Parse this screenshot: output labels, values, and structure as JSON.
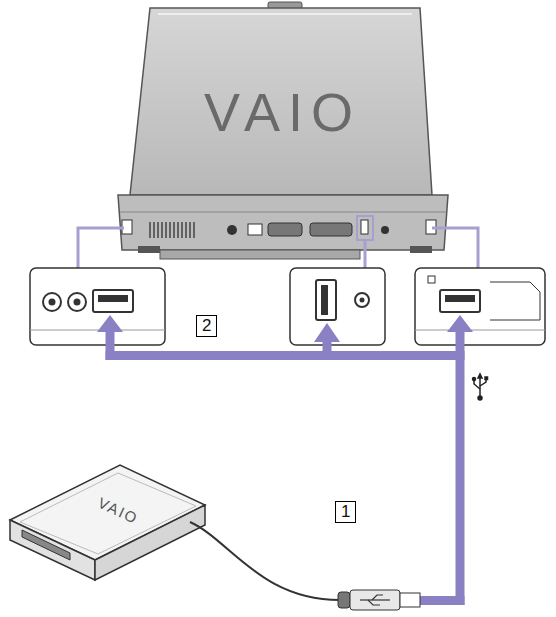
{
  "diagram": {
    "labels": [
      "VAIO",
      "2",
      "1",
      "VAIO"
    ]
  }
}
